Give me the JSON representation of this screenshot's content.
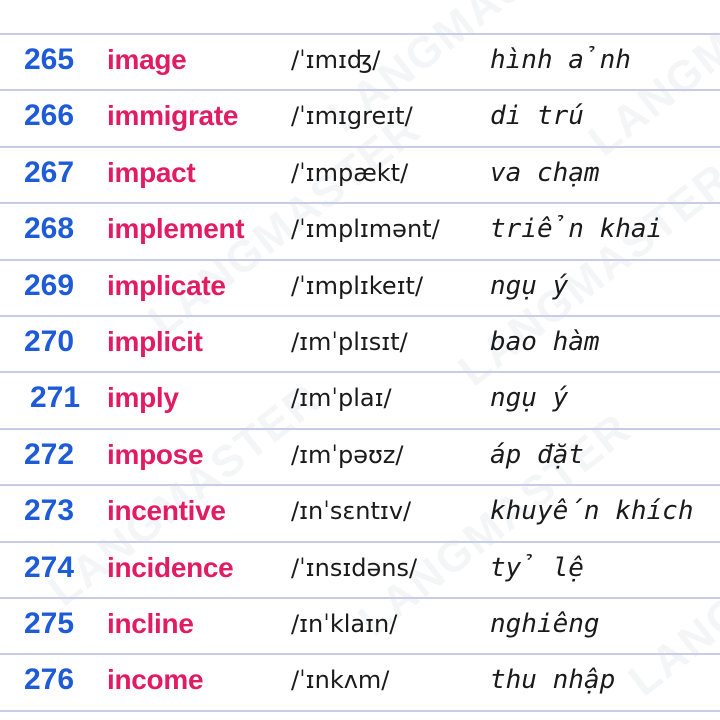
{
  "watermark": "LANGMASTER",
  "entries": [
    {
      "num": "265",
      "word": "image",
      "ipa": "/ˈɪmɪʤ/",
      "meaning": "hình ảnh"
    },
    {
      "num": "266",
      "word": "immigrate",
      "ipa": "/ˈɪmɪgreɪt/",
      "meaning": "di trú"
    },
    {
      "num": "267",
      "word": "impact",
      "ipa": "/ˈɪmpækt/",
      "meaning": "va chạm"
    },
    {
      "num": "268",
      "word": "implement",
      "ipa": "/ˈɪmplɪmənt/",
      "meaning": "triển khai"
    },
    {
      "num": "269",
      "word": "implicate",
      "ipa": "/ˈɪmplɪkeɪt/",
      "meaning": "ngụ ý"
    },
    {
      "num": "270",
      "word": "implicit",
      "ipa": "/ɪmˈplɪsɪt/",
      "meaning": "bao hàm"
    },
    {
      "num": "271",
      "word": "imply",
      "ipa": "/ɪmˈplaɪ/",
      "meaning": "ngụ ý"
    },
    {
      "num": "272",
      "word": "impose",
      "ipa": "/ɪmˈpəʊz/",
      "meaning": "áp đặt"
    },
    {
      "num": "273",
      "word": "incentive",
      "ipa": "/ɪnˈsɛntɪv/",
      "meaning": "khuyến khích"
    },
    {
      "num": "274",
      "word": "incidence",
      "ipa": "/ˈɪnsɪdəns/",
      "meaning": "tỷ lệ"
    },
    {
      "num": "275",
      "word": "incline",
      "ipa": "/ɪnˈklaɪn/",
      "meaning": "nghiêng"
    },
    {
      "num": "276",
      "word": "income",
      "ipa": "/ˈɪnkʌm/",
      "meaning": "thu nhập"
    }
  ]
}
